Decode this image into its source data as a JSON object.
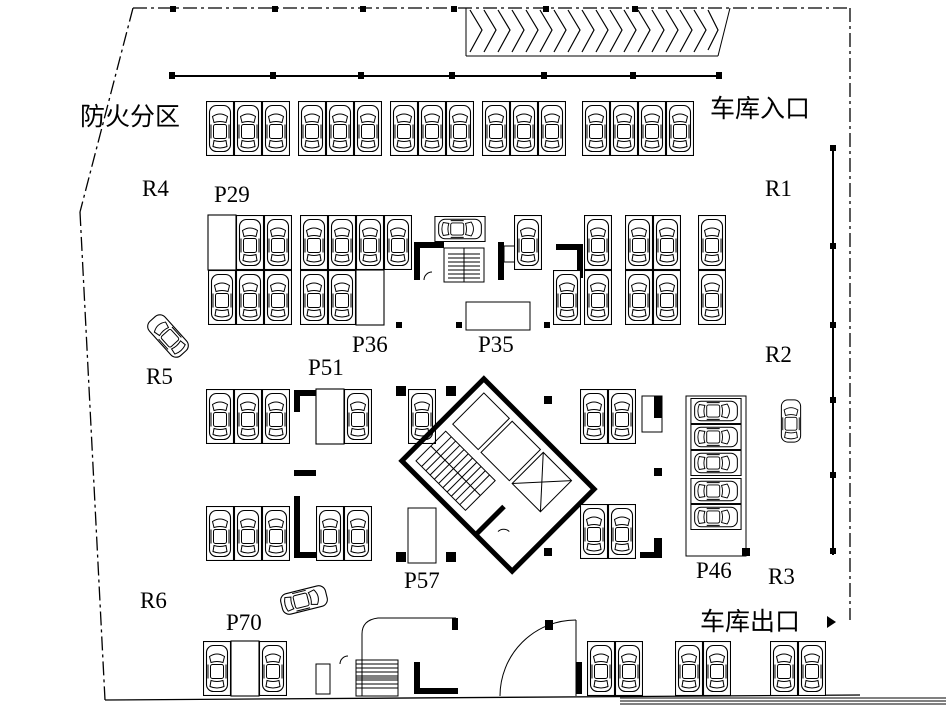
{
  "labels": {
    "fire_zone": "防火分区",
    "garage_entrance": "车库入口",
    "garage_exit": "车库出口",
    "R1": "R1",
    "R2": "R2",
    "R3": "R3",
    "R4": "R4",
    "R5": "R5",
    "R6": "R6",
    "P29": "P29",
    "P35": "P35",
    "P36": "P36",
    "P46": "P46",
    "P51": "P51",
    "P57": "P57",
    "P70": "P70"
  },
  "colors": {
    "ink": "#000000",
    "background": "#ffffff"
  }
}
